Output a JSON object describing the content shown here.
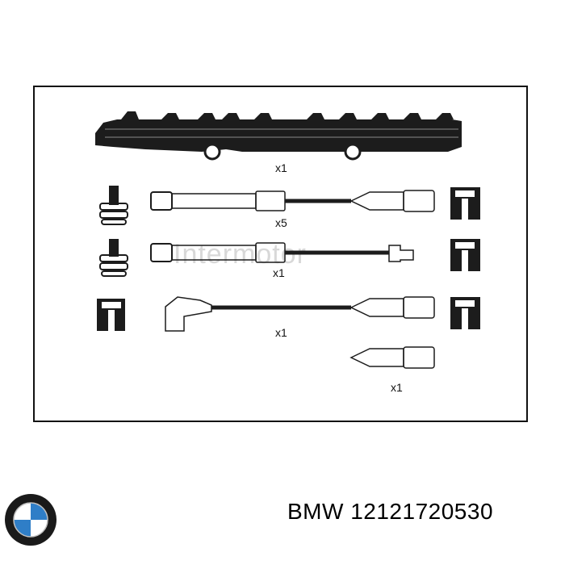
{
  "diagram": {
    "quantities": {
      "harness": "x1",
      "cable_set_a": "x5",
      "cable_set_b": "x1",
      "cable_angled": "x1",
      "plug_single": "x1"
    },
    "watermark": "Intermotor"
  },
  "footer": {
    "brand": "BMW",
    "part_number": "12121720530",
    "logo_icon": "bmw-roundel-icon",
    "logo_colors": {
      "ring": "#1a1a1a",
      "blue": "#2f7ec7",
      "white": "#ffffff"
    }
  }
}
